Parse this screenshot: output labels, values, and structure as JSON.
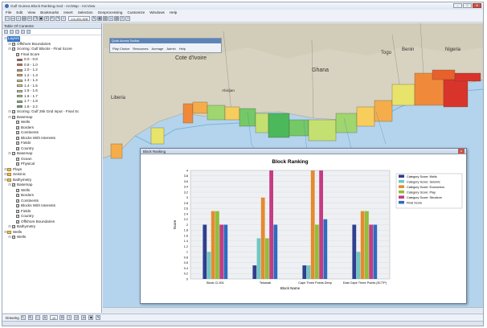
{
  "window": {
    "title": "Gulf Guinea Block Ranking.mxd - ArcMap - ArcView",
    "buttons": [
      "–",
      "□",
      "✕"
    ]
  },
  "menu": [
    "File",
    "Edit",
    "View",
    "Bookmarks",
    "Insert",
    "Selection",
    "Geoprocessing",
    "Customize",
    "Windows",
    "Help"
  ],
  "toolbar": {
    "scale": "1:6,431,528"
  },
  "toc": {
    "title": "Table Of Contents",
    "items": [
      {
        "label": "Layers",
        "level": 0,
        "selected": true
      },
      {
        "label": "Offshore Boundaries",
        "level": 1
      },
      {
        "label": "Scoring: Gulf Blocks - Final Score",
        "level": 1
      },
      {
        "label": "Final Score",
        "level": 2
      },
      {
        "label": "0.0 - 0.8",
        "level": 3,
        "swatch": "#d9342b"
      },
      {
        "label": "0.8 - 1.0",
        "level": 3,
        "swatch": "#e8602c"
      },
      {
        "label": "1.0 - 1.2",
        "level": 3,
        "swatch": "#f08a3a"
      },
      {
        "label": "1.2 - 1.3",
        "level": 3,
        "swatch": "#f5ad4b"
      },
      {
        "label": "1.3 - 1.4",
        "level": 3,
        "swatch": "#f7cd5c"
      },
      {
        "label": "1.4 - 1.5",
        "level": 3,
        "swatch": "#e8e36a"
      },
      {
        "label": "1.5 - 1.6",
        "level": 3,
        "swatch": "#c4e070"
      },
      {
        "label": "1.6 - 1.7",
        "level": 3,
        "swatch": "#9fd66e"
      },
      {
        "label": "1.7 - 1.8",
        "level": 3,
        "swatch": "#74c966"
      },
      {
        "label": "1.8 - 2.2",
        "level": 3,
        "swatch": "#4cb85c"
      },
      {
        "label": "Scoring: Gulf 25k Grid Input - Final Sc",
        "level": 1
      },
      {
        "label": "Basemap",
        "level": 1
      },
      {
        "label": "Wells",
        "level": 2
      },
      {
        "label": "Borders",
        "level": 2
      },
      {
        "label": "Continents",
        "level": 2
      },
      {
        "label": "Blocks With Interests",
        "level": 2
      },
      {
        "label": "Fields",
        "level": 2
      },
      {
        "label": "Country",
        "level": 2
      },
      {
        "label": "Basemap",
        "level": 1
      },
      {
        "label": "Ocean",
        "level": 2
      },
      {
        "label": "Physical",
        "level": 2
      },
      {
        "label": "Plays",
        "level": 0,
        "group": true
      },
      {
        "label": "Seismic",
        "level": 0,
        "group": true
      },
      {
        "label": "Bathymetry",
        "level": 0,
        "group": true
      },
      {
        "label": "Basemap",
        "level": 1
      },
      {
        "label": "Wells",
        "level": 2
      },
      {
        "label": "Borders",
        "level": 2
      },
      {
        "label": "Continents",
        "level": 2
      },
      {
        "label": "Blocks With Interests",
        "level": 2
      },
      {
        "label": "Fields",
        "level": 2
      },
      {
        "label": "Country",
        "level": 2
      },
      {
        "label": "Offshore Boundaries",
        "level": 2
      },
      {
        "label": "Bathymetry",
        "level": 1
      },
      {
        "label": "Wells",
        "level": 0,
        "group": true
      },
      {
        "label": "Wells",
        "level": 1
      }
    ]
  },
  "map": {
    "countries": [
      "Liberia",
      "Cote d'Ivoire",
      "Ghana",
      "Togo",
      "Benin",
      "Nigeria",
      "Abidjan"
    ],
    "flyout": {
      "title": "Quick Access Toolbar",
      "items": [
        "Play Choice",
        "Resources",
        "Acreage",
        "Admin",
        "Help"
      ]
    }
  },
  "drawbar": {
    "label": "Drawing",
    "font_size": "10"
  },
  "chart_window": {
    "title": "Block Ranking",
    "close": "x"
  },
  "chart_data": {
    "type": "bar",
    "title": "Block Ranking",
    "xlabel": "Block Name",
    "ylabel": "Score",
    "ylim": [
      0,
      4
    ],
    "yticks": [
      0,
      0.2,
      0.4,
      0.6,
      0.8,
      1,
      1.2,
      1.4,
      1.6,
      1.8,
      2,
      2.2,
      2.4,
      2.6,
      2.8,
      3,
      3.2,
      3.4,
      3.6,
      3.8,
      4
    ],
    "categories": [
      "Block CI-501",
      "Tekanab",
      "Cape Three Points Deep",
      "East Cape Three Points (ECTP)"
    ],
    "series": [
      {
        "name": "Category Score: Wells",
        "color": "#2f3f8f",
        "values": [
          2,
          0.5,
          0.5,
          2
        ]
      },
      {
        "name": "Category Score: Seismic",
        "color": "#6fc7c4",
        "values": [
          1,
          1.5,
          0.5,
          1
        ]
      },
      {
        "name": "Category Score: Economics",
        "color": "#e58a2e",
        "values": [
          2.5,
          3,
          4,
          2.5
        ]
      },
      {
        "name": "Category Score: Play",
        "color": "#8fbf3b",
        "values": [
          2.5,
          1.5,
          2,
          2.5
        ]
      },
      {
        "name": "Category Score: Structure",
        "color": "#c63b83",
        "values": [
          2,
          4,
          4,
          2
        ]
      },
      {
        "name": "Final Score",
        "color": "#2f6bc0",
        "values": [
          2,
          2,
          2.2,
          2
        ]
      }
    ],
    "legend": "right",
    "grid": true
  }
}
